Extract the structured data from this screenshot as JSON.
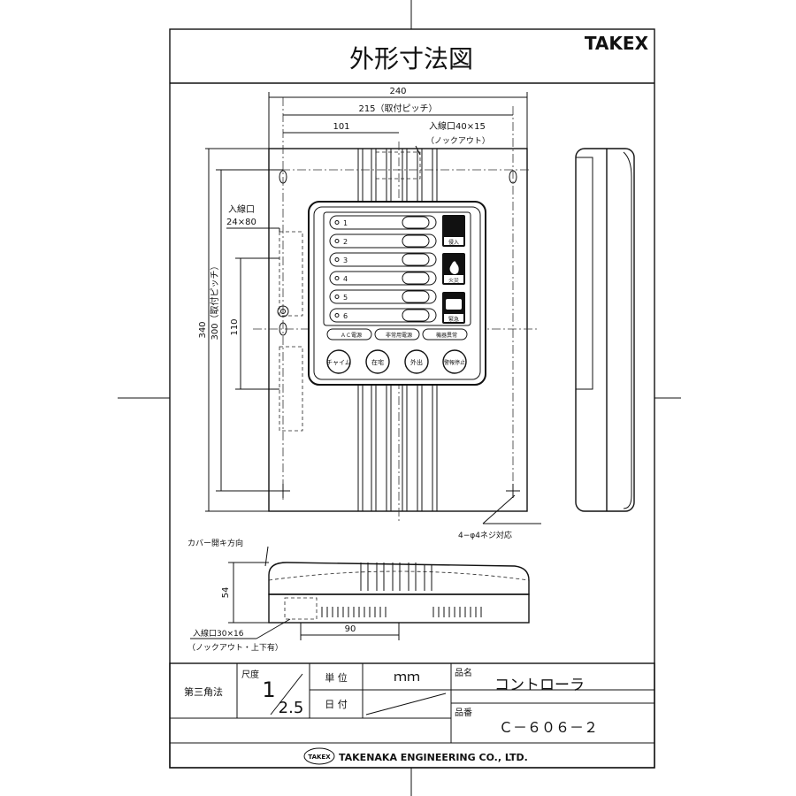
{
  "title": "外形寸法図",
  "brand": "TAKEX",
  "dimensions": {
    "width_overall": "240",
    "mount_pitch_w": "215（取付ピッチ）",
    "offset_101": "101",
    "knockout_top": "入線口40×15",
    "knockout_top_note": "（ノックアウト）",
    "side_inlet": "入線口",
    "side_inlet_size": "24×80",
    "height_overall": "340",
    "mount_pitch_h": "300（取付ピッチ）",
    "dim_110": "110",
    "screw_note": "4−φ4ネジ対応",
    "cover_open": "カバー開キ方向",
    "depth_54": "54",
    "dim_90": "90",
    "bottom_inlet": "入線口30×16",
    "bottom_inlet_note": "（ノックアウト・上下有）"
  },
  "panel": {
    "zones": [
      "1",
      "2",
      "3",
      "4",
      "5",
      "6"
    ],
    "icons": [
      "侵入",
      "火災",
      "緊急"
    ],
    "status": [
      "ＡＣ電源",
      "非常用電源",
      "機器異常"
    ],
    "buttons": [
      "チャイム",
      "在宅",
      "外出",
      "警報停止"
    ]
  },
  "title_block": {
    "projection": "第三角法",
    "scale_label": "尺度",
    "scale_num": "1",
    "scale_den": "2.5",
    "unit_label": "単 位",
    "unit_value": "ｍｍ",
    "date_label": "日 付",
    "name_label": "品名",
    "name_value": "コントローラ",
    "part_label": "品番",
    "part_value": "Ｃ－６０６－２",
    "company_logo": "TAKEX",
    "company": "TAKENAKA ENGINEERING CO., LTD."
  }
}
